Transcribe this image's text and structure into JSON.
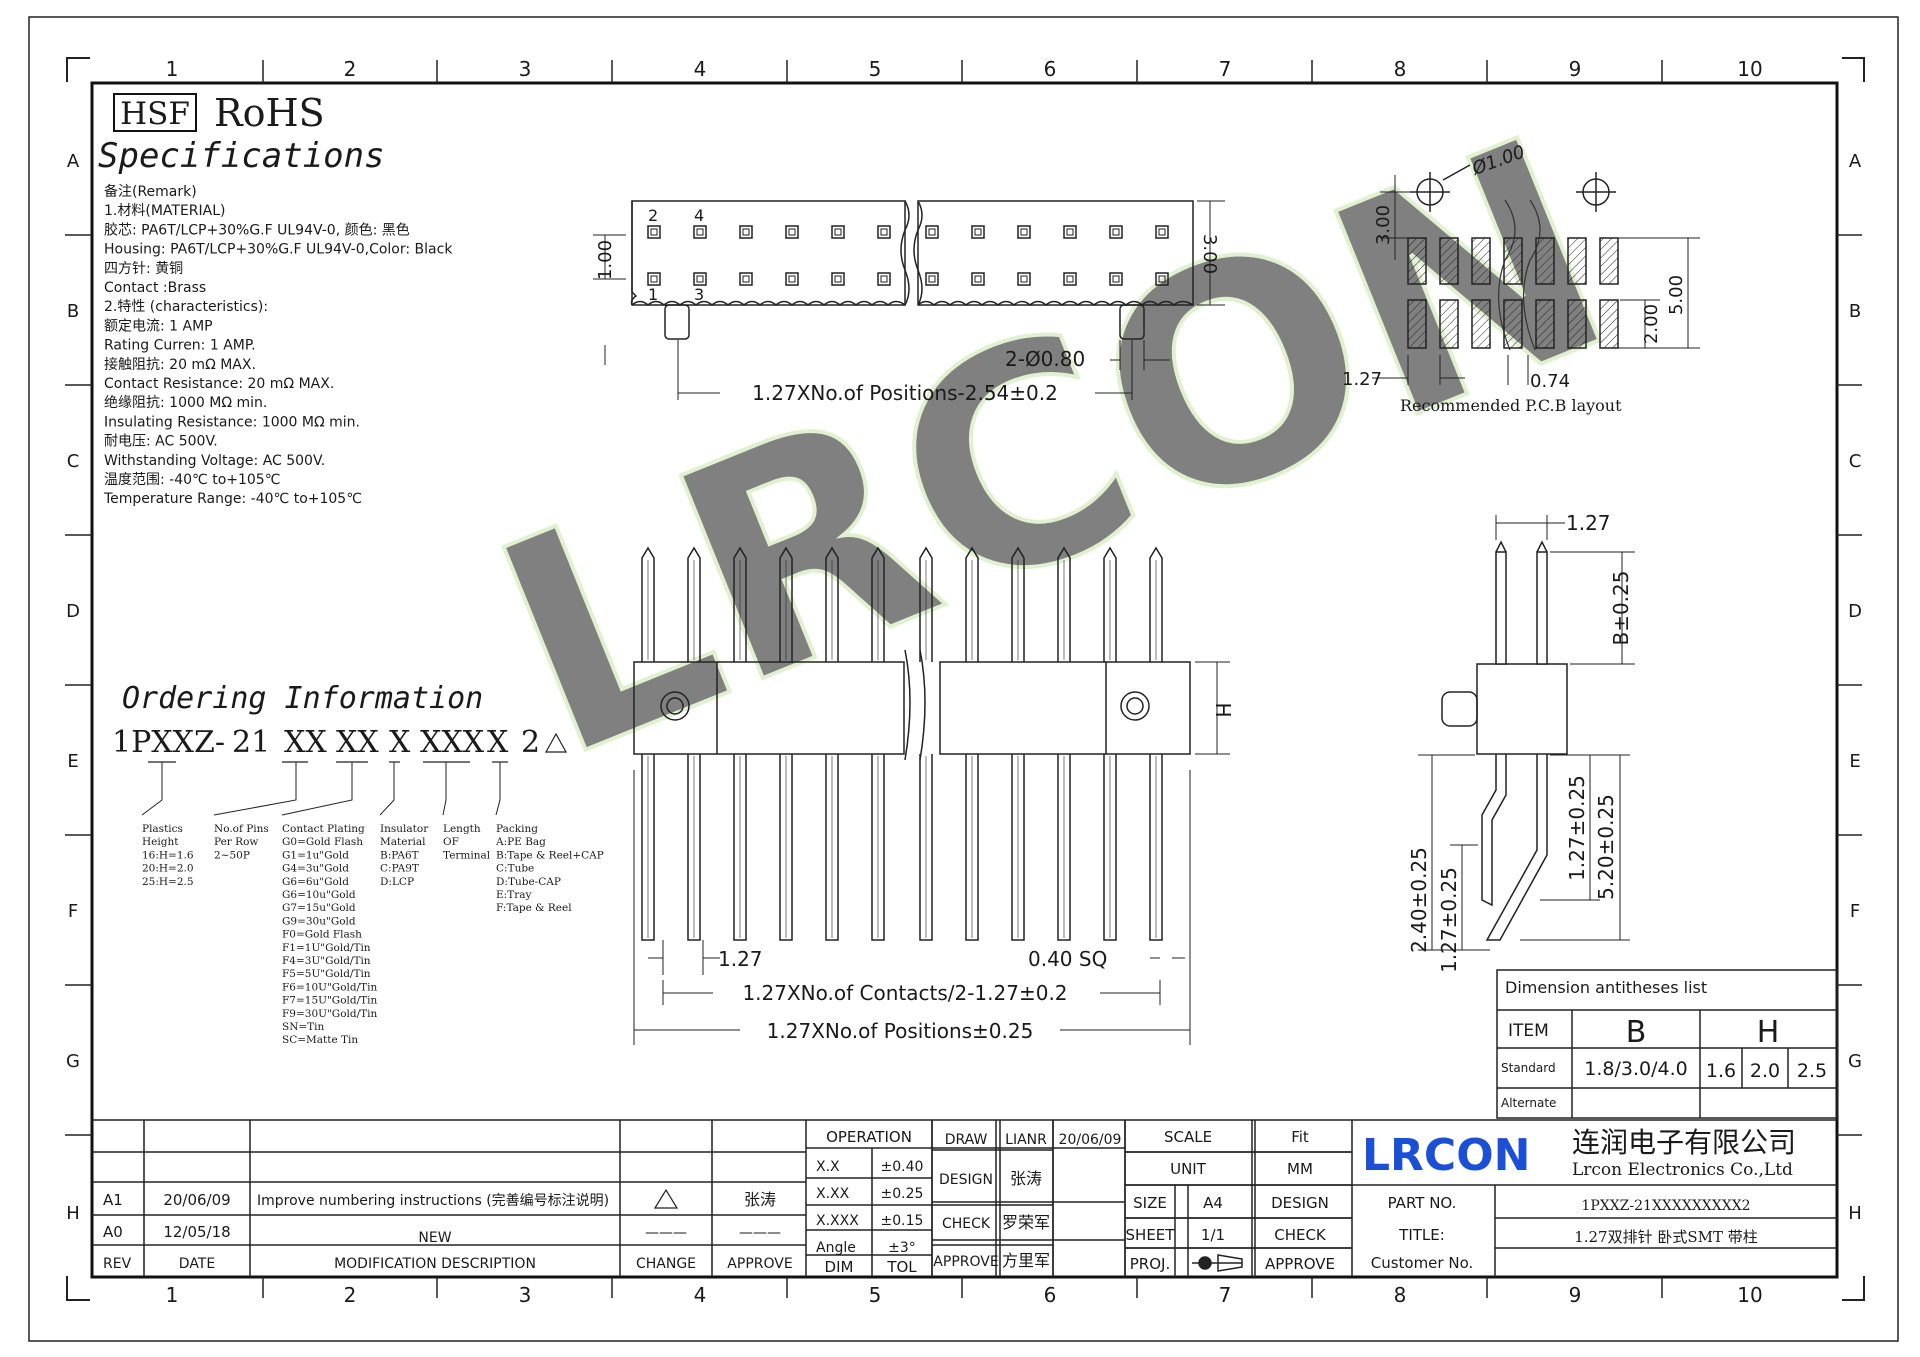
{
  "colors": {
    "ink": "#1a1a1a",
    "brand_blue": "#1a4fd6",
    "watermark": "#c8e6a8"
  },
  "grid": {
    "columns": [
      "1",
      "2",
      "3",
      "4",
      "5",
      "6",
      "7",
      "8",
      "9",
      "10"
    ],
    "rows": [
      "A",
      "B",
      "C",
      "D",
      "E",
      "F",
      "G",
      "H"
    ]
  },
  "header": {
    "hsf": "HSF",
    "rohs": "RoHS",
    "specs_title": "Specifications"
  },
  "specs_lines": [
    "备注(Remark)",
    "1.材料(MATERIAL)",
    "胶芯: PA6T/LCP+30%G.F UL94V-0, 颜色: 黑色",
    "Housing: PA6T/LCP+30%G.F UL94V-0,Color: Black",
    "四方针: 黄铜",
    "Contact :Brass",
    "2.特性 (characteristics):",
    "额定电流: 1 AMP",
    "Rating Curren: 1 AMP.",
    "接触阻抗: 20 mΩ MAX.",
    "Contact Resistance: 20 mΩ MAX.",
    "绝缘阻抗: 1000 MΩ min.",
    "Insulating Resistance: 1000 MΩ min.",
    "耐电压: AC 500V.",
    "Withstanding Voltage: AC 500V.",
    "温度范围: -40℃ to+105℃",
    "Temperature Range: -40℃ to+105℃"
  ],
  "ordering": {
    "title": "Ordering Information",
    "code_parts": [
      "1PXXZ-",
      "21",
      "XX",
      "XX",
      "X",
      "XXX",
      "X",
      "2"
    ],
    "legend": [
      {
        "lines": [
          "Plastics",
          "Height",
          "16:H=1.6",
          "20:H=2.0",
          "25:H=2.5"
        ]
      },
      {
        "lines": [
          "No.of Pins",
          "Per Row",
          "2~50P"
        ]
      },
      {
        "lines": [
          "Contact Plating",
          "G0=Gold Flash",
          "G1=1u\"Gold",
          "G4=3u\"Gold",
          "G6=6u\"Gold",
          "G6=10u\"Gold",
          "G7=15u\"Gold",
          "G9=30u\"Gold",
          "F0=Gold Flash",
          "F1=1U\"Gold/Tin",
          "F4=3U\"Gold/Tin",
          "F5=5U\"Gold/Tin",
          "F6=10U\"Gold/Tin",
          "F7=15U\"Gold/Tin",
          "F9=30U\"Gold/Tin",
          "SN=Tin",
          "SC=Matte Tin"
        ]
      },
      {
        "lines": [
          "Insulator",
          "Material",
          "B:PA6T",
          "C:PA9T",
          "D:LCP"
        ]
      },
      {
        "lines": [
          "Length",
          "OF",
          "Terminal"
        ]
      },
      {
        "lines": [
          "Packing",
          "A:PE Bag",
          "B:Tape & Reel+CAP",
          "C:Tube",
          "D:Tube-CAP",
          "E:Tray",
          "F:Tape & Reel"
        ]
      }
    ]
  },
  "top_view": {
    "pin_labels": [
      "2",
      "4",
      "1",
      "3"
    ],
    "dim_1_00": "1.00",
    "dim_3_00": "3.00",
    "dim_post": "2-Ø0.80",
    "dim_length": "1.27XNo.of Positions-2.54±0.2"
  },
  "pcb_layout": {
    "dim_hole": "Ø1.00",
    "dim_3_00": "3.00",
    "dim_5_00": "5.00",
    "dim_2_00": "2.00",
    "dim_pitch": "1.27",
    "dim_pad": "0.74",
    "caption": "Recommended P.C.B layout"
  },
  "front_view": {
    "dim_pitch": "1.27",
    "dim_sq": "0.40 SQ",
    "dim_contacts": "1.27XNo.of Contacts/2-1.27±0.2",
    "dim_positions": "1.27XNo.of Positions±0.25",
    "dim_h": "H"
  },
  "side_view": {
    "dim_pitch": "1.27",
    "dim_b": "B±0.25",
    "dim_1_27": "1.27±0.25",
    "dim_5_20": "5.20±0.25",
    "dim_2_40": "2.40±0.25",
    "dim_1_27b": "1.27±0.25"
  },
  "dimension_table": {
    "title": "Dimension antitheses list",
    "item_label": "ITEM",
    "col_b": "B",
    "col_h": "H",
    "standard_label": "Standard",
    "standard_b": "1.8/3.0/4.0",
    "standard_h": [
      "1.6",
      "2.0",
      "2.5"
    ],
    "alternate_label": "Alternate"
  },
  "title_block": {
    "revisions": [
      {
        "rev": "A1",
        "date": "20/06/09",
        "desc": "Improve numbering instructions (完善编号标注说明)",
        "change": "",
        "approve": "张涛"
      },
      {
        "rev": "A0",
        "date": "12/05/18",
        "desc": "NEW",
        "change": "———",
        "approve": "———"
      }
    ],
    "col_rev": "REV",
    "col_date": "DATE",
    "col_desc": "MODIFICATION DESCRIPTION",
    "col_change": "CHANGE",
    "col_approve": "APPROVE",
    "tolerances": {
      "operation": "OPERATION",
      "rows": [
        {
          "dim": "X.X",
          "tol": "±0.40"
        },
        {
          "dim": "X.XX",
          "tol": "±0.25"
        },
        {
          "dim": "X.XXX",
          "tol": "±0.15"
        },
        {
          "dim": "Angle",
          "tol": "±3°"
        }
      ],
      "col_dim": "DIM",
      "col_tol": "TOL"
    },
    "signoff": {
      "draw": "DRAW",
      "draw_name": "LIANR",
      "draw_date": "20/06/09",
      "design": "DESIGN",
      "design_name": "张涛",
      "check": "CHECK",
      "check_name": "罗荣军",
      "approve": "APPROVE",
      "approve_name": "方里军"
    },
    "scale_label": "SCALE",
    "scale_value": "Fit",
    "unit_label": "UNIT",
    "unit_value": "MM",
    "size_label": "SIZE",
    "size_value": "A4",
    "sheet_label": "SHEET",
    "sheet_value": "1/1",
    "proj_label": "PROJ.",
    "design2": "DESIGN",
    "check2": "CHECK",
    "approve2": "APPROVE",
    "company_logo": "LRCON",
    "company_cn": "连润电子有限公司",
    "company_en": "Lrcon Electronics Co.,Ltd",
    "part_no_label": "PART NO.",
    "part_no": "1PXXZ-21XXXXXXXXX2",
    "title_label": "TITLE:",
    "title_value": "1.27双排针 卧式SMT 带柱",
    "customer_label": "Customer No."
  }
}
